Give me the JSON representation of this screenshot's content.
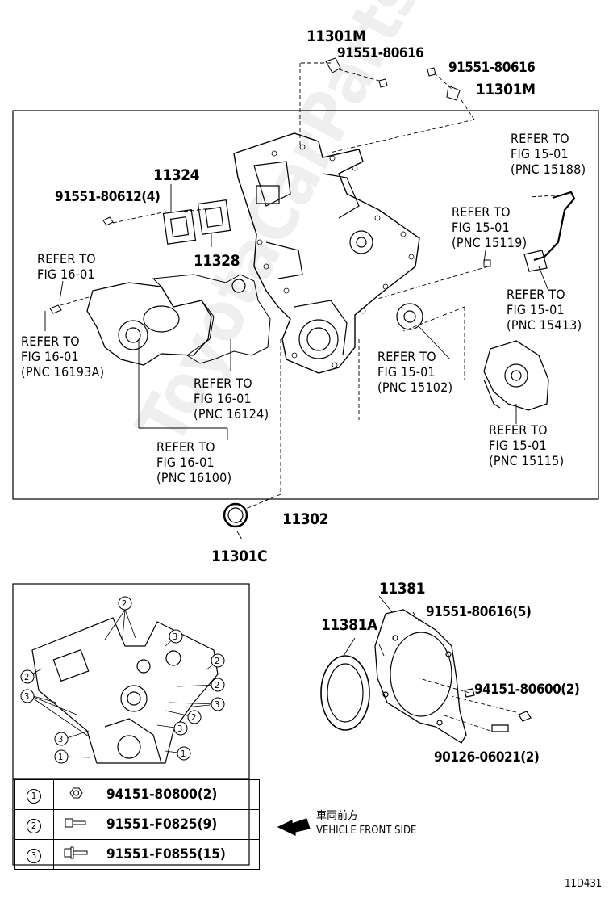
{
  "labels": {
    "top_11301m": "11301M",
    "top_91551_a": "91551-80616",
    "top_91551_b": "91551-80616",
    "right_11301m": "11301M",
    "pn_11324": "11324",
    "pn_91551_80612": "91551-80612(4)",
    "pn_11328": "11328",
    "pn_11302": "11302",
    "pn_11301c": "11301C",
    "pn_11381": "11381",
    "pn_11381a": "11381A",
    "pn_91551_80616_5": "91551-80616(5)",
    "pn_94151_80600_2": "94151-80600(2)",
    "pn_90126_06021_2": "90126-06021(2)",
    "direction_jp": "車両前方",
    "direction_en": "VEHICLE FRONT SIDE",
    "figure_code": "11D431",
    "watermark": "ToyotaCarParts.ru"
  },
  "refs": {
    "r15188": "REFER TO\nFIG 15-01\n(PNC 15188)",
    "r15119": "REFER TO\nFIG 15-01\n(PNC 15119)",
    "r15413": "REFER TO\nFIG 15-01\n(PNC 15413)",
    "r16_01": "REFER TO\nFIG 16-01",
    "r16193a": "REFER TO\nFIG 16-01\n(PNC 16193A)",
    "r16124": "REFER TO\nFIG 16-01\n(PNC 16124)",
    "r15102": "REFER TO\nFIG 15-01\n(PNC 15102)",
    "r15115": "REFER TO\nFIG 15-01\n(PNC 15115)",
    "r16100": "REFER TO\nFIG 16-01\n(PNC 16100)"
  },
  "callouts": {
    "c1": "1",
    "c2": "2",
    "c3": "3"
  },
  "legend": [
    {
      "num": "1",
      "part": "94151-80800(2)",
      "icon": "nut-icon"
    },
    {
      "num": "2",
      "part": "91551-F0825(9)",
      "icon": "bolt-icon"
    },
    {
      "num": "3",
      "part": "91551-F0855(15)",
      "icon": "flange-bolt-icon"
    }
  ],
  "colors": {
    "line": "#000000",
    "background": "#ffffff"
  }
}
